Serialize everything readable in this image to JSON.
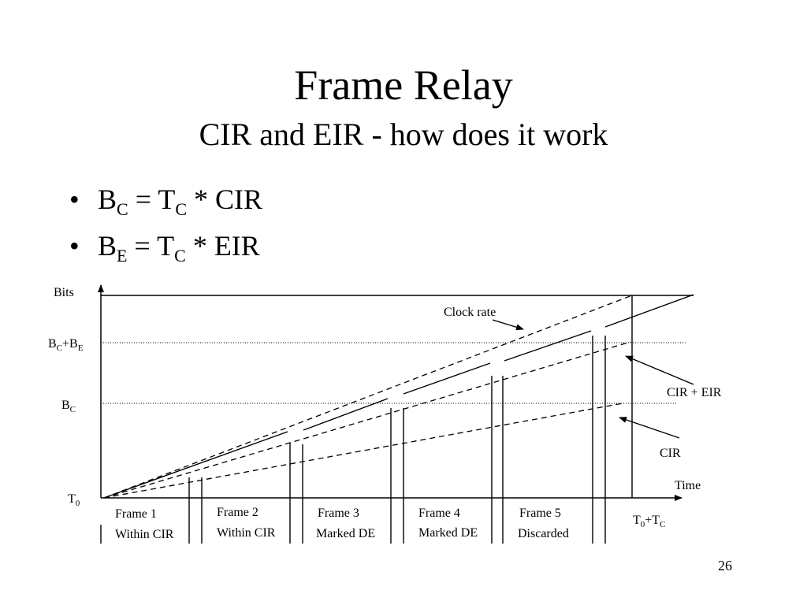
{
  "slide": {
    "title": "Frame Relay",
    "subtitle": "CIR and EIR - how does it work",
    "bullets": [
      {
        "lhs": "B",
        "lhs_sub": "C",
        "eq": " = T",
        "eq_sub": "C",
        "rhs": " *  CIR"
      },
      {
        "lhs": "B",
        "lhs_sub": "E",
        "eq": " = T",
        "eq_sub": "C",
        "rhs": " *  EIR"
      }
    ],
    "page_number": "26"
  },
  "diagram": {
    "y_axis_label": "Bits",
    "x_axis_label": "Time",
    "bc_be_label": {
      "main1": "B",
      "sub1": "C",
      "plus": "+B",
      "sub2": "E"
    },
    "bc_label": {
      "main": "B",
      "sub": "C"
    },
    "t0_label": {
      "main": "T",
      "sub": "0"
    },
    "t0_tc_label": {
      "main1": "T",
      "sub1": "0",
      "plus": "+T",
      "sub2": "C"
    },
    "line_labels": {
      "clock_rate": "Clock rate",
      "cir_eir": "CIR + EIR",
      "cir": "CIR"
    },
    "frames": [
      {
        "name": "Frame 1",
        "status": "Within CIR"
      },
      {
        "name": "Frame 2",
        "status": "Within CIR"
      },
      {
        "name": "Frame 3",
        "status": "Marked DE"
      },
      {
        "name": "Frame 4",
        "status": "Marked DE"
      },
      {
        "name": "Frame 5",
        "status": "Discarded"
      }
    ]
  }
}
